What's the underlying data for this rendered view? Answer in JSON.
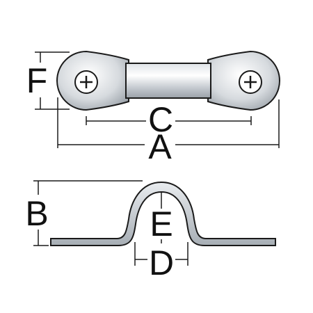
{
  "diagram": {
    "labels": {
      "a": "A",
      "b": "B",
      "c": "C",
      "d": "D",
      "e": "E",
      "f": "F"
    },
    "colors": {
      "stroke": "#1a1a1a",
      "metal_light": "#f2f4f6",
      "metal_mid": "#c9ced4",
      "metal_dark": "#8e959c",
      "background": "#ffffff"
    },
    "icons": [
      "screw-head-icon",
      "screw-head-icon"
    ]
  }
}
